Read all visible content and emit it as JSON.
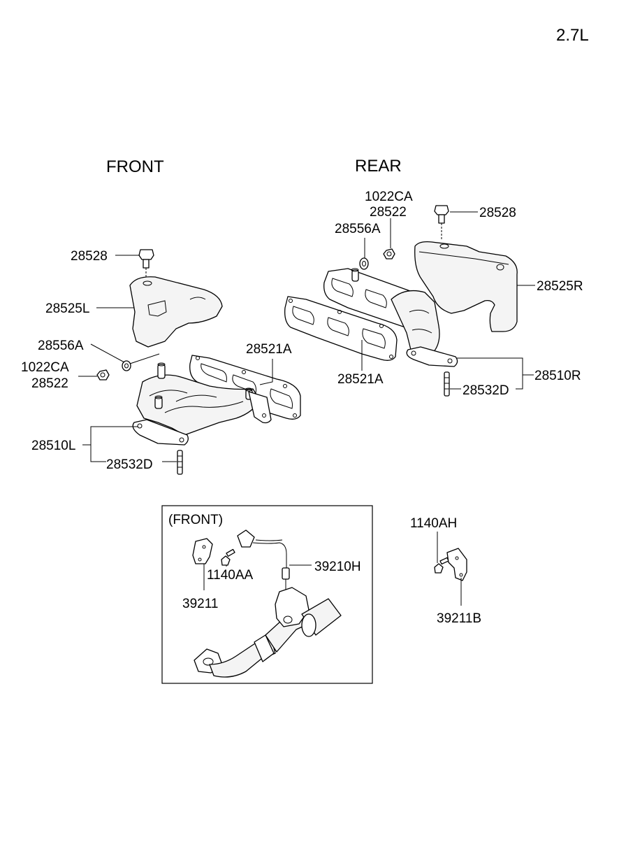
{
  "engine": "2.7L",
  "sections": {
    "front": "FRONT",
    "rear": "REAR",
    "inset": "(FRONT)"
  },
  "labels": {
    "front_bolt": "28528",
    "front_heat_shield": "28525L",
    "front_washer": "28556A",
    "front_nut_a": "1022CA",
    "front_nut_b": "28522",
    "front_gasket": "28521A",
    "front_manifold": "28510L",
    "front_stud": "28532D",
    "rear_nut_a": "1022CA",
    "rear_nut_b": "28522",
    "rear_bolt": "28528",
    "rear_washer": "28556A",
    "rear_heat_shield": "28525R",
    "rear_gasket": "28521A",
    "rear_manifold": "28510R",
    "rear_stud": "28532D",
    "inset_bolt": "1140AA",
    "inset_bracket": "39211",
    "inset_sensor": "39210H",
    "side_bolt": "1140AH",
    "side_bracket": "39211B"
  }
}
